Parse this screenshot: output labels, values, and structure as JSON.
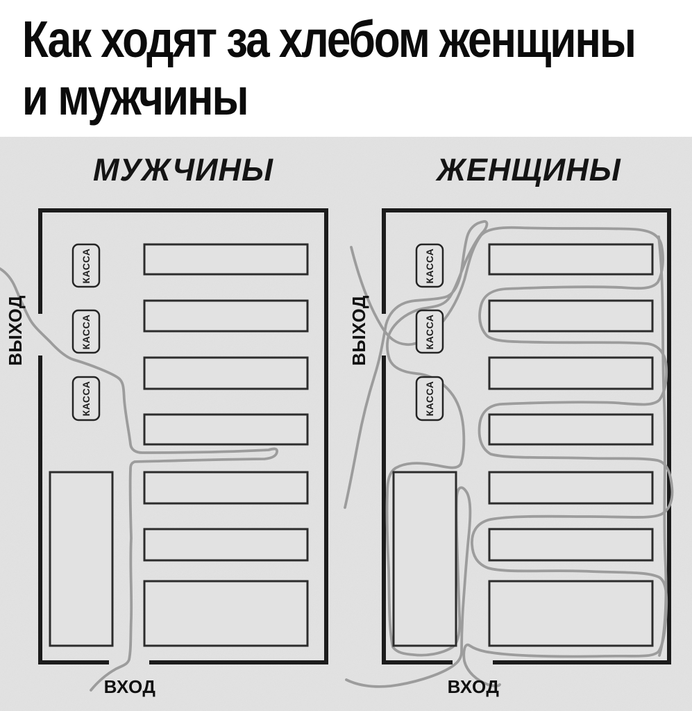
{
  "title": {
    "line1": "Как ходят за хлебом женщины",
    "line2": "и мужчины"
  },
  "diagrams": {
    "men": {
      "title": "МУЖЧИНЫ",
      "exit_label": "ВЫХОД",
      "entrance_label": "ВХОД",
      "register_label": "КАССА",
      "register_count": 3,
      "shelf_count": 8
    },
    "women": {
      "title": "ЖЕНЩИНЫ",
      "exit_label": "ВЫХОД",
      "entrance_label": "ВХОД",
      "register_label": "КАССА",
      "register_count": 3,
      "shelf_count": 8
    }
  },
  "colors": {
    "header": "#ffffff",
    "canvas": "#e2e2e2",
    "ink": "#0b0b0b",
    "wall": "#1c1c1c",
    "shelf": "#2c2c2c",
    "route": "#9c9c9c"
  }
}
